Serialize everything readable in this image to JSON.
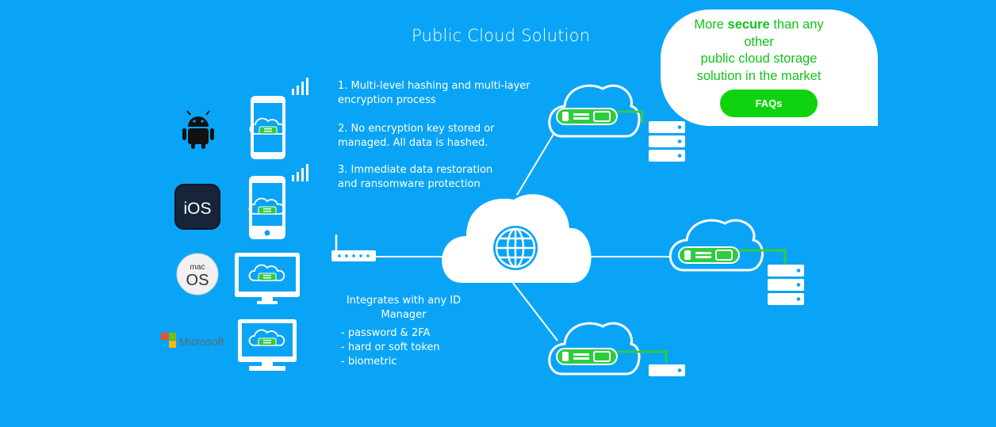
{
  "diagram": {
    "title": "Public Cloud Solution",
    "features": [
      [
        "1.  Multi-level hashing and multi-layer",
        "encryption process"
      ],
      [
        "2.  No encryption key stored or",
        "managed. All data is hashed."
      ],
      [
        "3. Immediate data restoration",
        "and ransomware protection"
      ]
    ],
    "id_manager": {
      "heading_line1": "Integrates with any ID",
      "heading_line2": "Manager",
      "items": [
        "- password & 2FA",
        "- hard or soft token",
        "- biometric"
      ]
    },
    "platforms": {
      "ios": "iOS",
      "mac_small": "mac",
      "mac_big": "OS",
      "microsoft": "Microsoft"
    }
  },
  "promo": {
    "line1_pre": "More ",
    "line1_bold": "secure",
    "line1_post": " than any",
    "line2": "other",
    "line3": "public cloud storage",
    "line4": "solution in the market",
    "faq_label": "FAQs"
  },
  "colors": {
    "background": "#0aa4f6",
    "accent_green": "#12c31c",
    "button_green": "#0fd30f"
  }
}
